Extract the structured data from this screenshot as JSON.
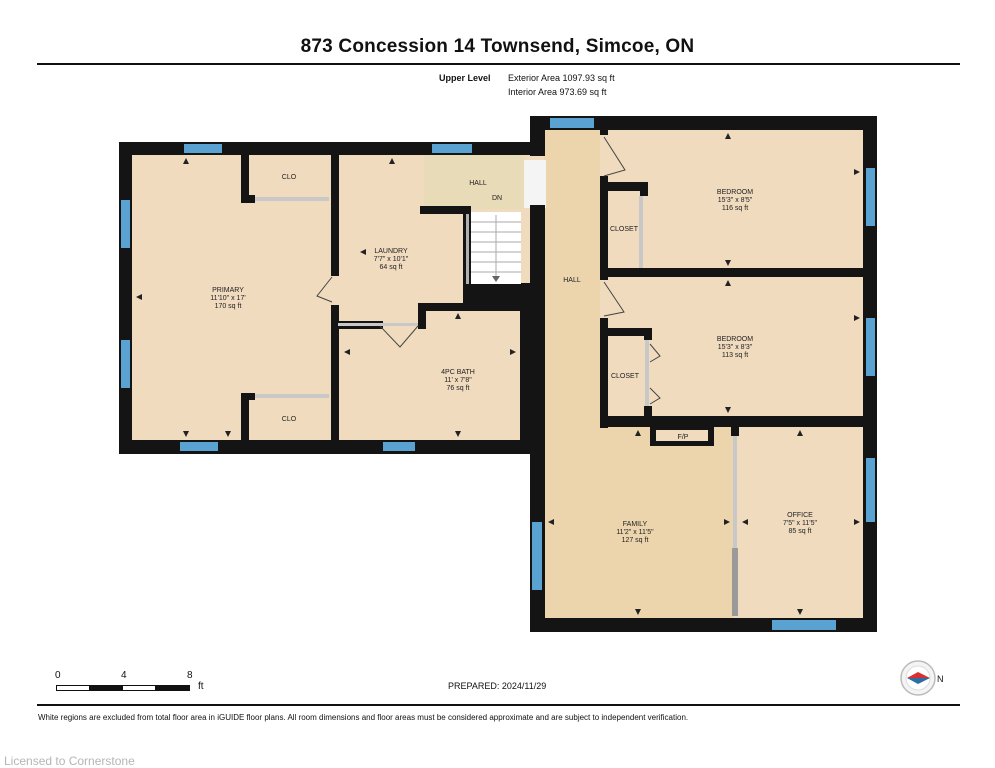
{
  "title": "873 Concession 14 Townsend, Simcoe, ON",
  "level": "Upper Level",
  "exterior_area": "Exterior Area 1097.93 sq ft",
  "interior_area": "Interior Area 973.69 sq ft",
  "rooms": {
    "primary": {
      "name": "PRIMARY",
      "dims": "11'10\" x 17'",
      "area": "170 sq ft"
    },
    "laundry": {
      "name": "LAUNDRY",
      "dims": "7'7\" x 10'1\"",
      "area": "64 sq ft"
    },
    "bath": {
      "name": "4PC BATH",
      "dims": "11' x 7'8\"",
      "area": "76 sq ft"
    },
    "bedroom1": {
      "name": "BEDROOM",
      "dims": "15'3\" x 8'5\"",
      "area": "116 sq ft"
    },
    "bedroom2": {
      "name": "BEDROOM",
      "dims": "15'3\" x 8'3\"",
      "area": "113 sq ft"
    },
    "family": {
      "name": "FAMILY",
      "dims": "11'2\" x 11'5\"",
      "area": "127 sq ft"
    },
    "office": {
      "name": "OFFICE",
      "dims": "7'5\" x 11'5\"",
      "area": "85 sq ft"
    }
  },
  "labels": {
    "clo_top": "CLO",
    "clo_bottom": "CLO",
    "hall_top": "HALL",
    "stair_dn": "DN",
    "hall_main": "HALL",
    "closet1": "CLOSET",
    "closet2": "CLOSET",
    "fp": "F/P"
  },
  "scale": {
    "t0": "0",
    "t4": "4",
    "t8": "8",
    "unit": "ft"
  },
  "compass_label": "N",
  "prepared": "PREPARED: 2024/11/29",
  "disclaimer": "White regions are excluded from total floor area in iGUIDE floor plans. All room dimensions and floor areas must be considered approximate and are subject to independent verification.",
  "license": "Licensed to Cornerstone",
  "colors": {
    "wall": "#141414",
    "floor_primary": "#f0dbbf",
    "floor_hall": "#efd9b3",
    "floor_dn_hall": "#e9dcba",
    "window": "#5aa2d2",
    "door": "#c8c8c8",
    "stairs": "#cfcfcf"
  }
}
